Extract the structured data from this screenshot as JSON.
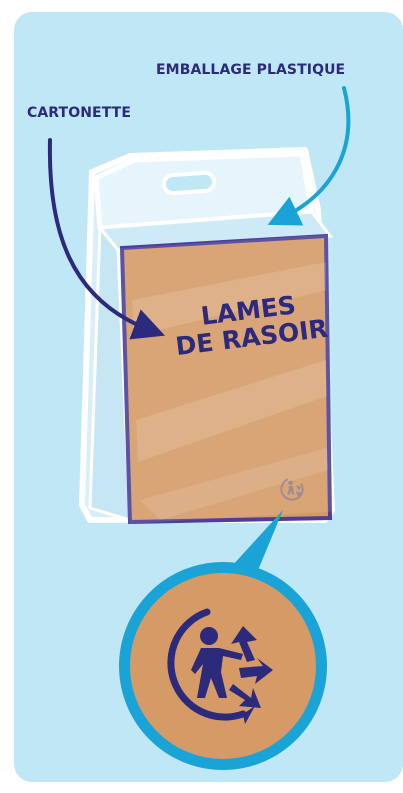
{
  "labels": {
    "emballage": "EMBALLAGE PLASTIQUE",
    "cartonette": "CARTONETTE"
  },
  "box": {
    "title_line1": "LAMES",
    "title_line2": "DE RASOIR"
  },
  "icons": {
    "recycling_symbol": "triman-icon"
  },
  "colors": {
    "background": "#bfe7f6",
    "navy": "#2b2a7c",
    "cardboard": "#d59a66",
    "cyan": "#1aa3d7"
  }
}
